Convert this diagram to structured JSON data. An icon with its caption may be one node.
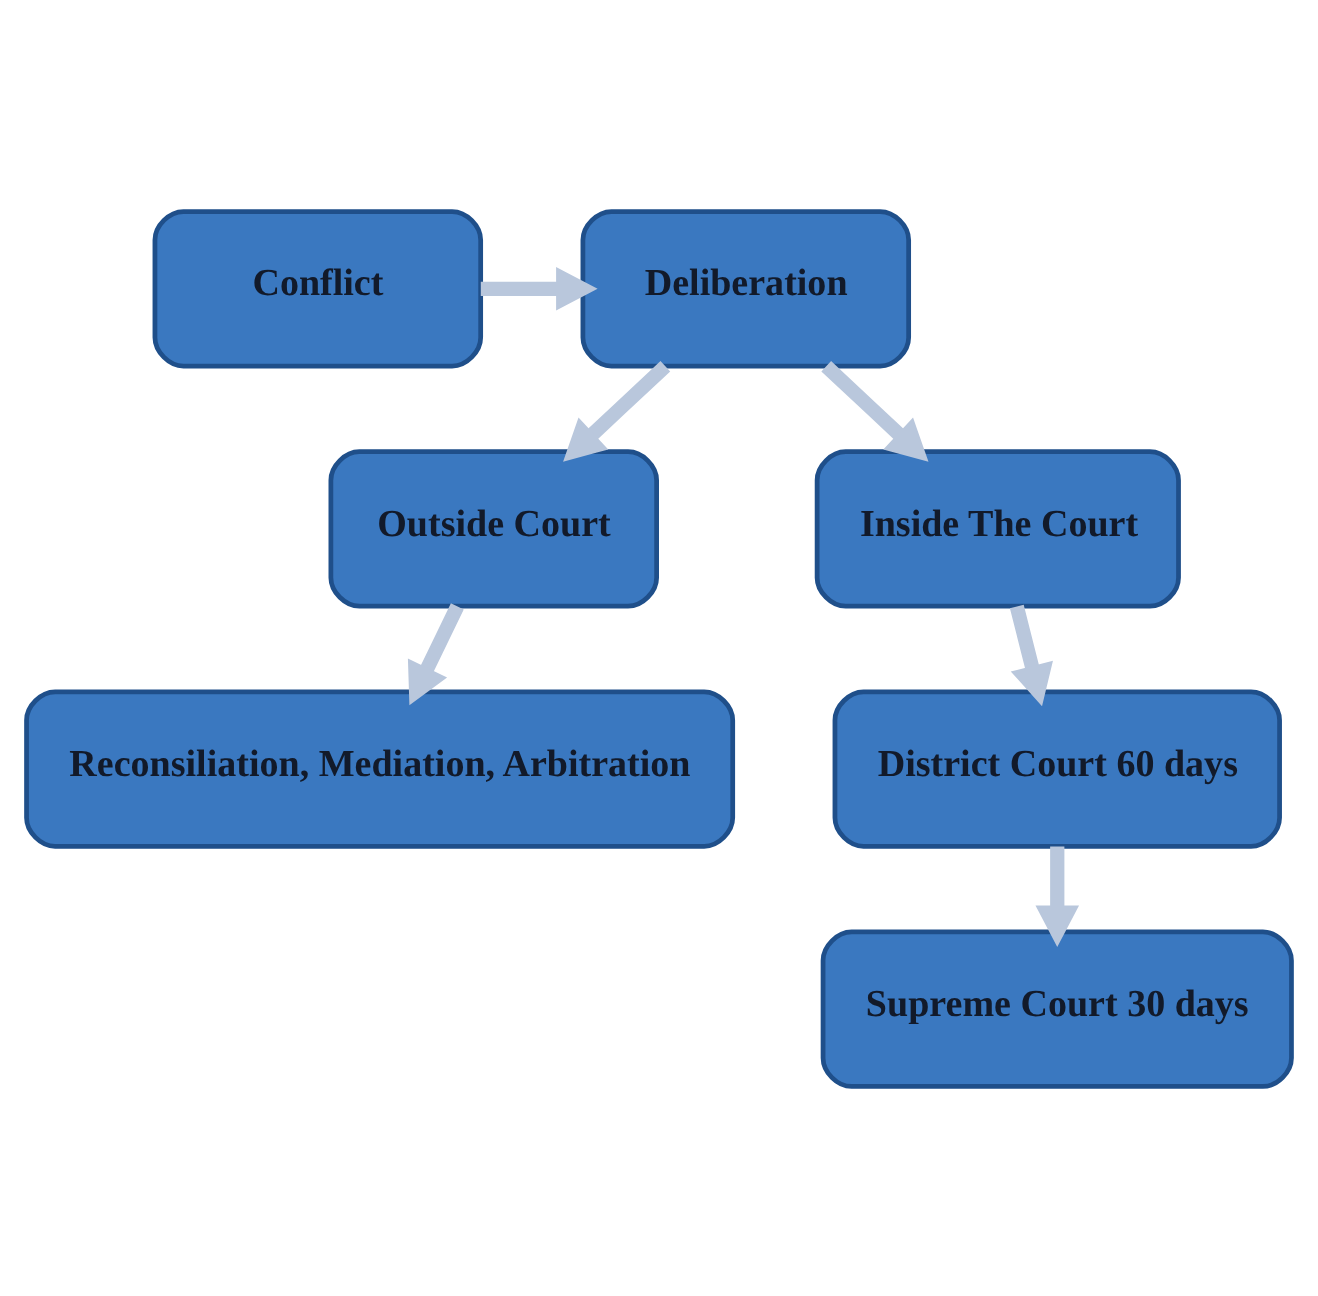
{
  "diagram": {
    "nodes": [
      {
        "text": [
          "Conflict"
        ]
      },
      {
        "text": [
          "Deliberation"
        ]
      },
      {
        "text": [
          "Outside Court"
        ]
      },
      {
        "text": [
          "Inside The Court"
        ]
      },
      {
        "text": [
          "Reconsiliation, Mediation, Arbitration"
        ]
      },
      {
        "text": [
          "District Court 60 days"
        ]
      },
      {
        "text": [
          "Supreme Court 30 days"
        ]
      }
    ],
    "edges": [
      {
        "from": 0,
        "to": 1,
        "arrow": "to"
      },
      {
        "from": 1,
        "to": 2,
        "arrow": "to"
      },
      {
        "from": 1,
        "to": 3,
        "arrow": "to"
      },
      {
        "from": 2,
        "to": 4,
        "arrow": "to"
      },
      {
        "from": 3,
        "to": 5,
        "arrow": "to"
      },
      {
        "from": 5,
        "to": 6,
        "arrow": "to"
      }
    ]
  }
}
